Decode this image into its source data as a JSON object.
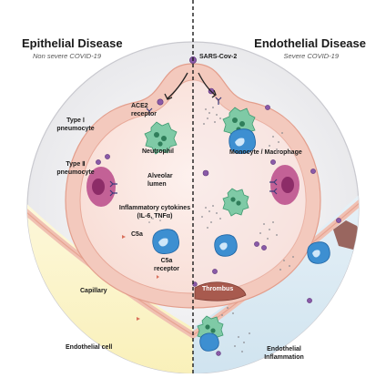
{
  "left_panel": {
    "title": "Epithelial Disease",
    "subtitle": "Non severe COVID-19"
  },
  "right_panel": {
    "title": "Endothelial Disease",
    "subtitle": "Severe COVID-19"
  },
  "labels": {
    "virus": "SARS-Cov-2",
    "ace2": "ACE2\nreceptor",
    "type1": "Type Ⅰ\npneumocyte",
    "neutrophil": "Neutrophil",
    "type2": "Type Ⅱ\npneumocyte",
    "alveolar": "Alveolar\nlumen",
    "cytokines": "Inflammatory cytokines\n(IL-6, TNFα)",
    "c5a": "C5a",
    "c5a_receptor": "C5a\nreceptor",
    "capillary": "Capillary",
    "endothelial_cell": "Endothelial cell",
    "monocyte": "Monocyte / Macrophage",
    "thrombus": "Thrombus",
    "endothelial_inflammation": "Endothelial\nInflammation"
  },
  "colors": {
    "alveolus_fill": "#fbe7e2",
    "wall_outer": "#f3c9bd",
    "wall_inner": "#e8a898",
    "capillary_left": "#fbf4c8",
    "capillary_right": "#dcecf5",
    "type2_cell": "#b94f8c",
    "monocyte": "#2f7fc4",
    "neutrophil": "#4fae82",
    "virus": "#7d4c9c",
    "thrombus": "#a85a4e"
  },
  "icons": [
    "virus-icon",
    "neutrophil-icon",
    "monocyte-icon",
    "type2-pneumocyte-icon",
    "ace2-receptor-icon",
    "thrombus-icon"
  ]
}
